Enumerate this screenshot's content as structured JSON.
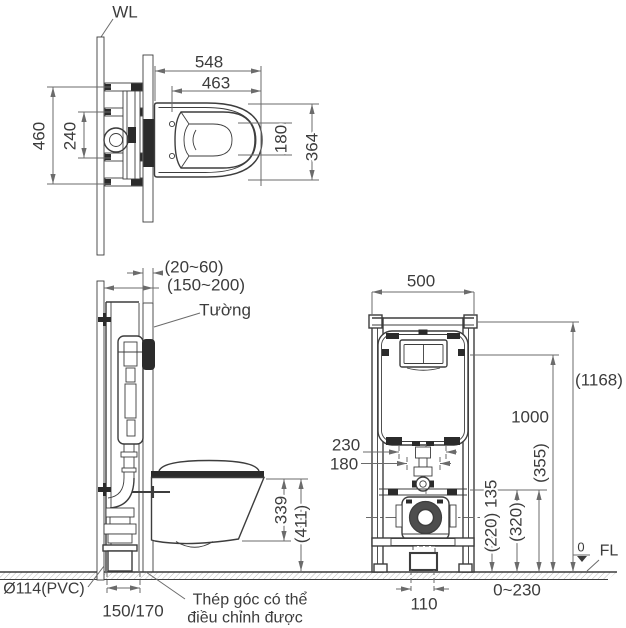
{
  "drawing_type": "wall-hung toilet concealed cistern installation drawing",
  "colors": {
    "line": "#3d3d3d",
    "dim": "#6b6b6b",
    "text": "#3c3c3c",
    "hatch": "#777777",
    "background": "#ffffff"
  },
  "top_view": {
    "wall_line_label": "WL",
    "dims": {
      "d548": "548",
      "d463": "463",
      "d460": "460",
      "d240": "240",
      "d180": "180",
      "d364": "364"
    }
  },
  "side_view": {
    "dims": {
      "gap": "(20~60)",
      "offset": "(150~200)",
      "bowl_height": "339",
      "bowl_height_overall": "(411)",
      "frame_depth": "150/170"
    },
    "wall_label": "Tường",
    "drain_pipe_label": "Ø114(PVC)",
    "bracket_note_line1": "Thép góc có thể",
    "bracket_note_line2": "điều chỉnh được"
  },
  "front_view": {
    "dims": {
      "width": "500",
      "overall_height": "(1168)",
      "plate_height": "1000",
      "h355": "(355)",
      "h320": "(320)",
      "h220_135": "(220) 135",
      "w230": "230",
      "w180": "180",
      "w110": "110",
      "floor_range": "0~230"
    },
    "datum_zero": "0",
    "floor_label": "FL"
  }
}
